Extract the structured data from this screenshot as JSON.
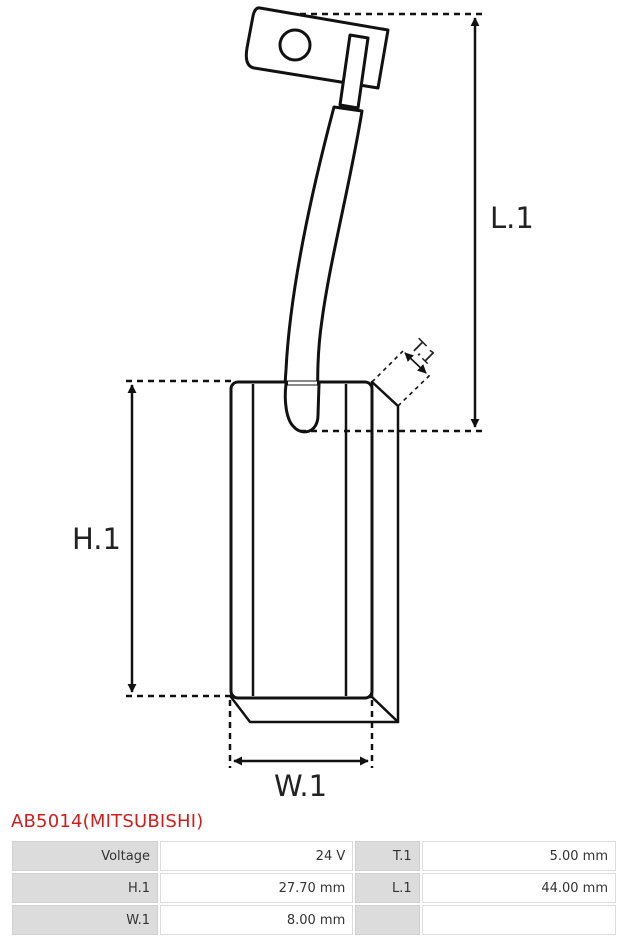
{
  "diagram": {
    "dimension_labels": {
      "length": "L.1",
      "height": "H.1",
      "width": "W.1",
      "thickness": "T.1"
    }
  },
  "product": {
    "title": "AB5014(MITSUBISHI)"
  },
  "specs": {
    "rows": [
      [
        {
          "label": "Voltage",
          "value": "24 V"
        },
        {
          "label": "T.1",
          "value": "5.00 mm"
        }
      ],
      [
        {
          "label": "H.1",
          "value": "27.70 mm"
        },
        {
          "label": "L.1",
          "value": "44.00 mm"
        }
      ],
      [
        {
          "label": "W.1",
          "value": "8.00 mm"
        },
        {
          "label": "",
          "value": ""
        }
      ]
    ]
  }
}
